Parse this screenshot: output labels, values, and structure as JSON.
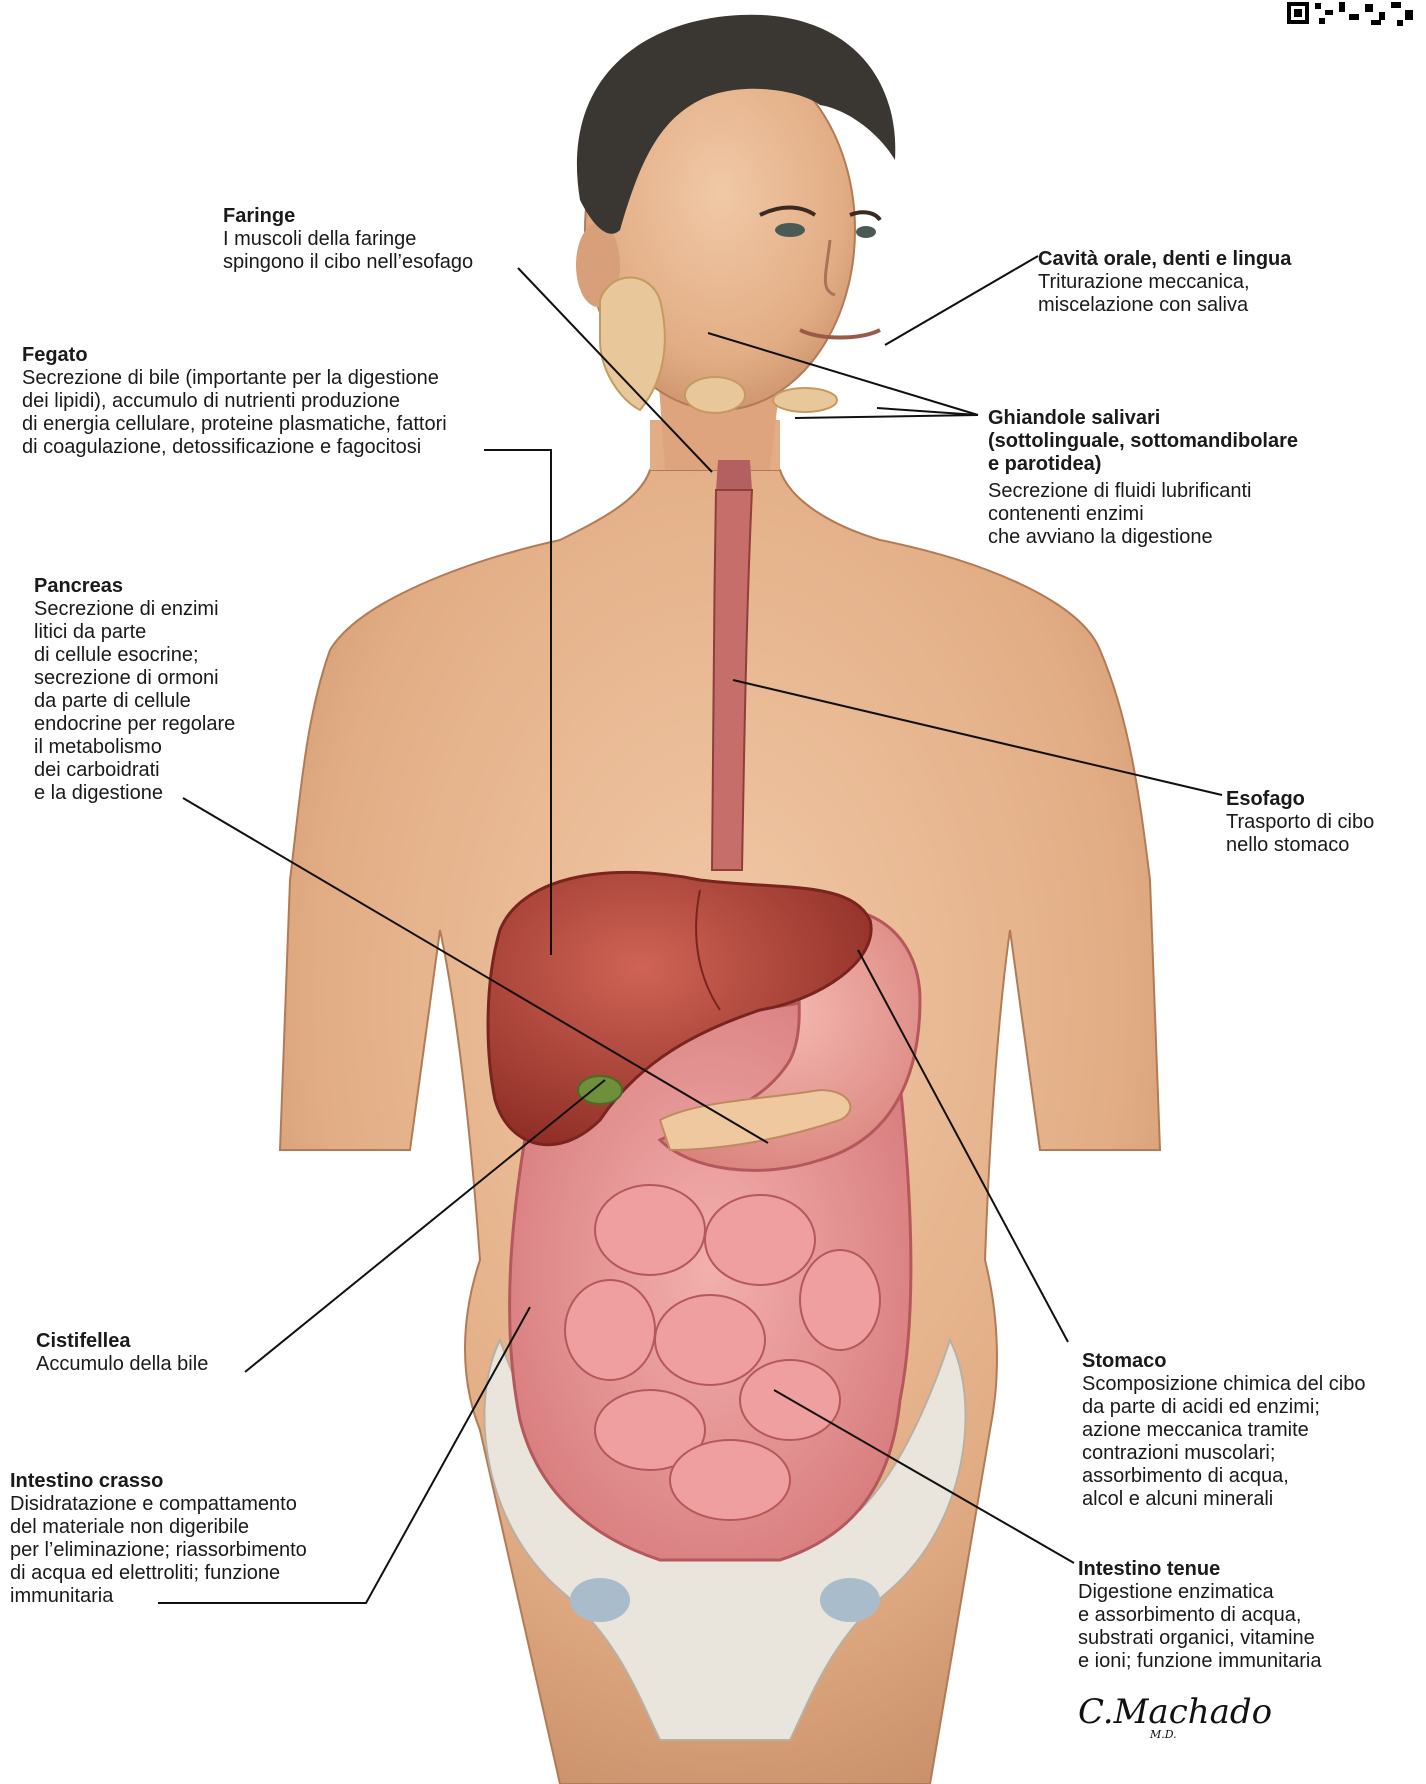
{
  "labels": {
    "faringe": {
      "title": "Faringe",
      "desc": "I muscoli della faringe\nspingono il cibo nell’esofago"
    },
    "cavita_orale": {
      "title": "Cavità orale, denti e lingua",
      "desc": "Triturazione meccanica,\nmiscelazione con saliva"
    },
    "fegato": {
      "title": "Fegato",
      "desc": "Secrezione di bile (importante per la digestione\ndei lipidi), accumulo di nutrienti produzione\ndi energia cellulare, proteine plasmatiche, fattori\ndi coagulazione, detossificazione e fagocitosi"
    },
    "ghiandole_salivari": {
      "title": "Ghiandole salivari\n(sottolinguale, sottomandibolare\ne parotidea)",
      "desc": "Secrezione di fluidi lubrificanti\ncontenenti enzimi\nche avviano la digestione"
    },
    "pancreas": {
      "title": "Pancreas",
      "desc": "Secrezione di enzimi\nlitici da parte\ndi cellule esocrine;\nsecrezione di ormoni\nda parte di cellule\nendocrine per regolare\nil metabolismo\ndei carboidrati\ne la digestione"
    },
    "esofago": {
      "title": "Esofago",
      "desc": "Trasporto di cibo\nnello stomaco"
    },
    "cistifellea": {
      "title": "Cistifellea",
      "desc": "Accumulo della bile"
    },
    "stomaco": {
      "title": "Stomaco",
      "desc": "Scomposizione chimica del cibo\nda parte di acidi ed enzimi;\nazione meccanica tramite\ncontrazioni muscolari;\nassorbimento di acqua,\nalcol e alcuni minerali"
    },
    "intestino_crasso": {
      "title": "Intestino crasso",
      "desc": "Disidratazione e compattamento\ndel materiale non digeribile\nper l’eliminazione; riassorbimento\ndi acqua ed elettroliti; funzione\nimmunitaria"
    },
    "intestino_tenue": {
      "title": "Intestino tenue",
      "desc": "Digestione enzimatica\ne assorbimento di acqua,\nsubstrati organici, vitamine\ne ioni; funzione immunitaria"
    }
  },
  "signature": {
    "name": "C.Machado",
    "suffix": "M.D."
  },
  "colors": {
    "skin": "#e7b892",
    "skin_shadow": "#c98e66",
    "hair": "#3a3632",
    "liver": "#b2463a",
    "stomach": "#e59a94",
    "intestine": "#e8999a",
    "bone": "#e9e4dc",
    "gland": "#e8c79a",
    "leader_line": "#111111"
  }
}
